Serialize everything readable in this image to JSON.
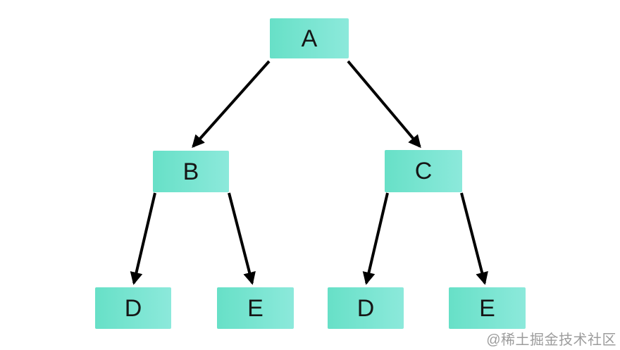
{
  "diagram": {
    "type": "tree",
    "nodes": [
      {
        "id": "A",
        "label": "A",
        "level": 1
      },
      {
        "id": "B",
        "label": "B",
        "level": 2
      },
      {
        "id": "C",
        "label": "C",
        "level": 2
      },
      {
        "id": "D1",
        "label": "D",
        "level": 3
      },
      {
        "id": "E1",
        "label": "E",
        "level": 3
      },
      {
        "id": "D2",
        "label": "D",
        "level": 3
      },
      {
        "id": "E2",
        "label": "E",
        "level": 3
      }
    ],
    "edges": [
      {
        "from": "A",
        "to": "B"
      },
      {
        "from": "A",
        "to": "C"
      },
      {
        "from": "B",
        "to": "D1"
      },
      {
        "from": "B",
        "to": "E1"
      },
      {
        "from": "C",
        "to": "D2"
      },
      {
        "from": "C",
        "to": "E2"
      }
    ],
    "colors": {
      "node_gradient_start": "#67e0c7",
      "node_gradient_end": "#8ce9db",
      "edge": "#000000",
      "label": "#161616",
      "background": "#ffffff"
    }
  },
  "watermark": {
    "text": "@稀土掘金技术社区",
    "color": "#9c9c9c"
  }
}
